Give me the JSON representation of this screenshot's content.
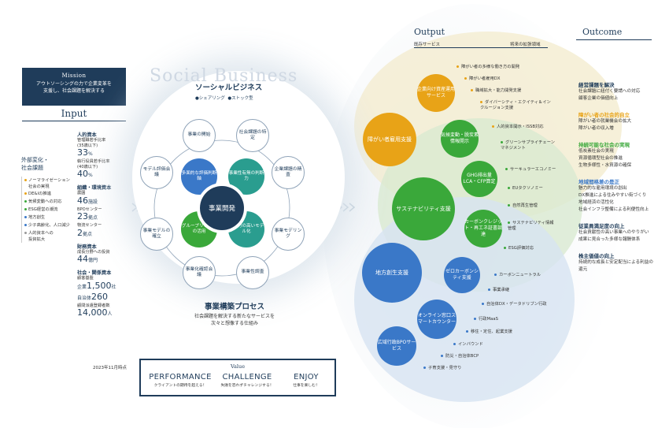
{
  "mission": {
    "title": "Mission",
    "desc_line1": "アウトソーシングの力で企業変革を",
    "desc_line2": "支援し、社会課題を解決する"
  },
  "input": {
    "title": "Input",
    "human_capital": {
      "title": "人的資本",
      "mgr_label": "管理職若手比率",
      "mgr_sub": "(35歳以下)",
      "mgr_value": "33",
      "exec_label": "執行役員若手比率",
      "exec_sub": "(40歳以下)",
      "exec_value": "40",
      "unit_pct": "%"
    },
    "org_env": {
      "title": "組織・環境資本",
      "farm_label": "農園",
      "farm_value": "46",
      "farm_unit": "施設",
      "bpo_label": "BPOセンター",
      "bpo_value": "23",
      "bpo_unit": "拠点",
      "logistics_label": "物流センター",
      "logistics_value": "2",
      "logistics_unit": "拠点"
    },
    "financial": {
      "title": "財務資本",
      "growth_label": "成長分野への投資",
      "growth_value": "44",
      "growth_unit": "億円"
    },
    "social": {
      "title": "社会・関係資本",
      "client_label": "顧客基盤",
      "corp_prefix": "企業",
      "corp_value": "1,500",
      "corp_unit": "社",
      "gov_prefix": "自治体",
      "gov_value": "260",
      "registrants_label": "顧問派遣登録者数",
      "registrants_value": "14,000",
      "registrants_unit": "人"
    },
    "as_of": "2023年11月時点"
  },
  "external": {
    "title_line1": "外部変化・",
    "title_line2": "社会課題",
    "items": [
      {
        "label": "ノーマライゼーション",
        "label2": "社会の実現",
        "color": "#e8a317"
      },
      {
        "label": "DE&Iの推進",
        "color": "#e8a317"
      },
      {
        "label": "気候変動への対応",
        "color": "#3aa83a"
      },
      {
        "label": "ESG経営の潮流",
        "color": "#3aa83a"
      },
      {
        "label": "地方創生",
        "color": "#3a78c8"
      },
      {
        "label": "少子高齢化、人口減少",
        "color": "#3a78c8"
      },
      {
        "label": "人的資本への",
        "label2": "投資拡大",
        "color": "#999999"
      }
    ]
  },
  "center": {
    "bg_title": "Social Business",
    "title": "ソーシャルビジネス",
    "tag1": "●シェアリング",
    "tag2": "●ストック型",
    "core": "事業開発",
    "steps": {
      "s1": "事業の開始",
      "s2": "社会課題の特定",
      "s3": "企業課題の精査",
      "s4": "事業モデリング",
      "s5": "事業性調査",
      "s6": "事業化確認会議",
      "s7": "事業モデルの確立",
      "s8": "モデル評価会議"
    },
    "cores": {
      "c1": "多面的な評価判断軸",
      "c2": "事業性有無の判断力",
      "c3": "グループリソースの活用",
      "c4": "収益力の高いモデル化"
    },
    "process_title": "事業構築プロセス",
    "process_desc_line1": "社会課題を解決する新たなサービスを",
    "process_desc_line2": "次々と想像する仕組み"
  },
  "value": {
    "title": "Value",
    "items": [
      {
        "head": "PERFORMANCE",
        "sub": "クライアントの期待を超える！"
      },
      {
        "head": "CHALLENGE",
        "sub": "失敗を恐れずチャレンジする！"
      },
      {
        "head": "ENJOY",
        "sub": "仕事を楽しむ！"
      }
    ]
  },
  "output": {
    "title": "Output",
    "sub_existing": "既存サービス",
    "sub_future": "将来の拡張領域",
    "bubbles": {
      "disabled": "障がい者雇用支援",
      "sustain": "サステナビリティ支援",
      "regional": "地方創生支援",
      "corp_welfare": "企業向け資産運用サービス",
      "climate": "気候変動・脱炭素情報開示",
      "ghg": "GHG排出量LCA・CFP算定",
      "carbon": "カーボンクレジット・再エネ証書調達",
      "zerocarbon": "ゼロカーボンシティ支援",
      "online": "オンライン窓口スマートカウンター",
      "bpo_gov": "広域行政BPOサービス"
    },
    "items": [
      "障がい者の多様な働き方の開発",
      "障がい者雇用DX",
      "職域拡大・能力開発支援",
      "ダイバーシティ・エクイティ＆インクルージョン支援",
      "人的資本開示・ISSB対応",
      "グリーンサプライチェーンマネジメント",
      "サーキュラーエコノミー",
      "EUタクソノミー",
      "自然再生管理",
      "サステナビリティ情報管理",
      "ESG評価対応",
      "カーボンニュートラル",
      "事業承継",
      "自治体DX・データドリブン行政",
      "行政MaaS",
      "移住・定住、起業支援",
      "インバウンド",
      "防災・自治体BCP",
      "子育支援・見守り"
    ]
  },
  "outcome": {
    "title": "Outcome",
    "groups": [
      {
        "head": "経営課題を解決",
        "color": "#1f3c5a",
        "items": [
          "社会課題に紐付く要請への対応",
          "顧客企業の価値向上"
        ]
      },
      {
        "head": "障がい者の社会的自立",
        "color": "#e8a317",
        "items": [
          "障がい者の就業機会の拡大",
          "障がい者の収入増"
        ]
      },
      {
        "head": "持続可能な社会の実現",
        "color": "#3aa83a",
        "items": [
          "低炭素社会の実現",
          "資源循環型社会の推進",
          "生物多様性・水資源の確保"
        ]
      },
      {
        "head": "地域間格差の是正",
        "color": "#3a78c8",
        "items": [
          "魅力的な雇用環境の創出",
          "DX推進による住みやすい街づくり",
          "地域経済の活性化",
          "社会インフラ整備による利便性向上"
        ]
      },
      {
        "head": "従業員満足度の向上",
        "color": "#1f3c5a",
        "items": [
          "社会貢献性の高い事業へのやりがい",
          "成果に見合った多様な報酬体系"
        ]
      },
      {
        "head": "株主価値の向上",
        "color": "#1f3c5a",
        "items": [
          "持続的な成長と安定配当による利益の還元"
        ]
      }
    ]
  },
  "colors": {
    "navy": "#1f3c5a",
    "orange": "#e8a317",
    "green": "#3aa83a",
    "blue": "#3a78c8",
    "teal": "#2a9d8f"
  }
}
